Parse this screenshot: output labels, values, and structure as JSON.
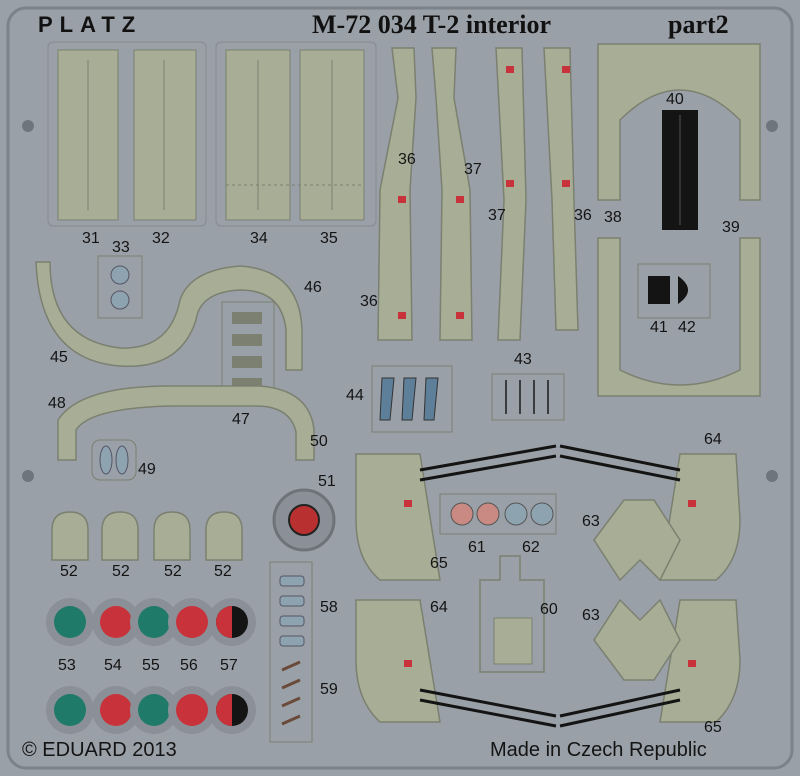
{
  "sheet": {
    "brand": "PLATZ",
    "title": "M-72 034 T-2 interior",
    "subtitle": "part2",
    "copyright": "© EDUARD 2013",
    "origin": "Made in Czech Republic"
  },
  "labels": [
    "31",
    "32",
    "33",
    "34",
    "35",
    "36",
    "37",
    "37",
    "36",
    "38",
    "40",
    "39",
    "41",
    "42",
    "46",
    "45",
    "36",
    "47",
    "44",
    "43",
    "48",
    "50",
    "49",
    "51",
    "52",
    "52",
    "52",
    "52",
    "58",
    "59",
    "53",
    "54",
    "55",
    "56",
    "57",
    "64",
    "61",
    "62",
    "63",
    "65",
    "64",
    "60",
    "63",
    "65"
  ],
  "colors": {
    "fret": "#9aa0a7",
    "part": "#a8ad96",
    "part_dark": "#7b8070",
    "red": "#c8323a",
    "teal": "#1f7a6a",
    "black": "#141414",
    "text": "#141414"
  }
}
